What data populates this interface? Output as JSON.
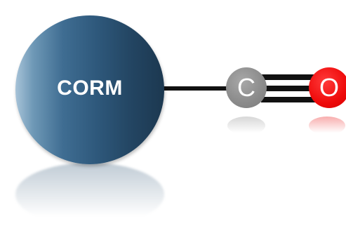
{
  "diagram": {
    "metal_complex": {
      "label": "CORM",
      "color": "#2e587b"
    },
    "carbon_atom": {
      "symbol": "C",
      "color": "#8a8a8a"
    },
    "oxygen_atom": {
      "symbol": "O",
      "color": "#ee0a0a"
    },
    "bonds": {
      "corm_to_carbon": "single",
      "carbon_to_oxygen": "triple"
    }
  }
}
